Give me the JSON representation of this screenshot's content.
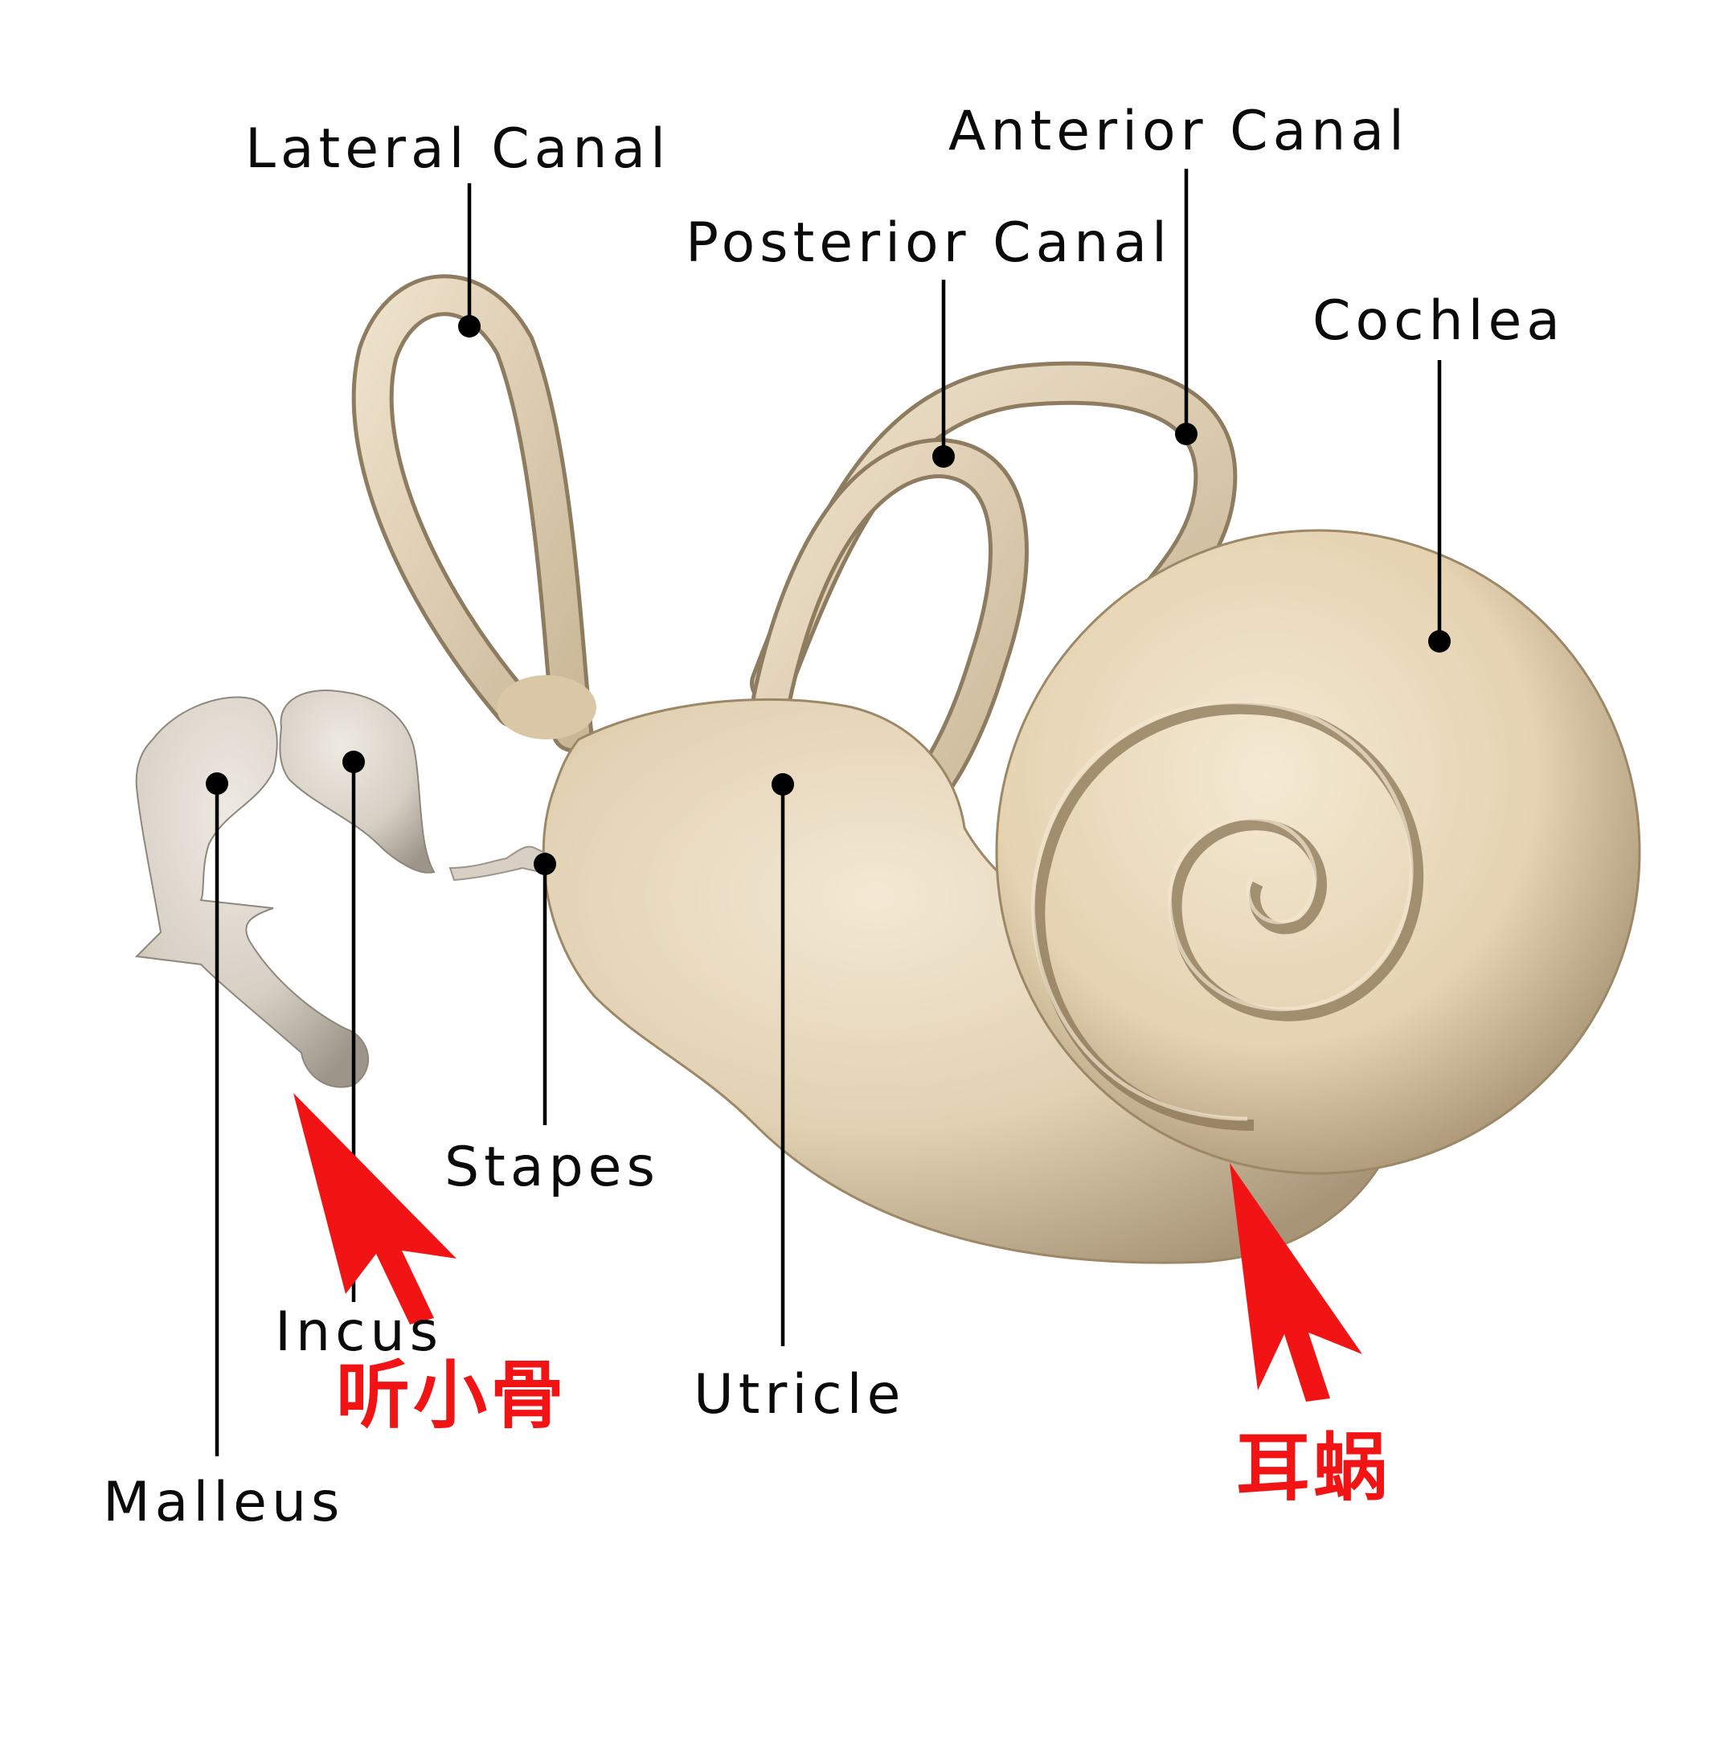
{
  "labels": {
    "lateral_canal": "Lateral Canal",
    "anterior_canal": "Anterior Canal",
    "posterior_canal": "Posterior Canal",
    "cochlea": "Cochlea",
    "stapes": "Stapes",
    "incus": "Incus",
    "utricle": "Utricle",
    "malleus": "Malleus"
  },
  "annotations": {
    "ossicles_cn": "听小骨",
    "cochlea_cn": "耳蜗"
  },
  "colors": {
    "background": "#ffffff",
    "label_text": "#0a0a0a",
    "leader_line": "#000000",
    "annotation_red": "#f21414",
    "labyrinth_fill": "#e3d4ba",
    "ossicle_fill": "#d9d2c8"
  }
}
